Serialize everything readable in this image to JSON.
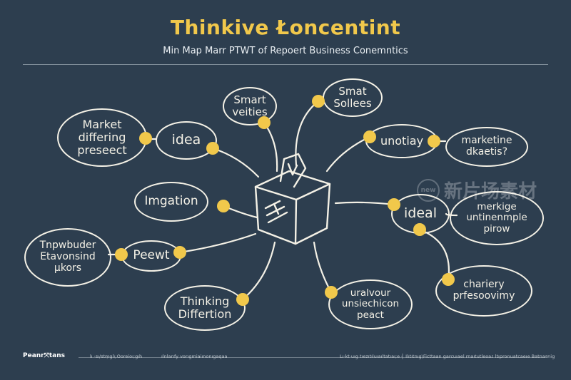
{
  "title": "Thinkive Łoncentint",
  "subtitle": "Min Map Marr PTWT of Repoert Business Conemntics",
  "watermark": {
    "text": "新片场素材",
    "badge": "new"
  },
  "colors": {
    "background": "#2d3e4f",
    "accent": "#f1c84b",
    "chalk": "#f4f1e6"
  },
  "center_icon": "ballot-box-icon",
  "nodes": [
    {
      "id": "market",
      "text": "Market\ndiffering\npreseect"
    },
    {
      "id": "idea-left",
      "text": "idea"
    },
    {
      "id": "smart-veities",
      "text": "Smart\nveities"
    },
    {
      "id": "smat-sollees",
      "text": "Smat\nSollees"
    },
    {
      "id": "unotiay",
      "text": "unotiay"
    },
    {
      "id": "marketine",
      "text": "marketine\ndkaetis?"
    },
    {
      "id": "imgation",
      "text": "Imgation"
    },
    {
      "id": "ideal",
      "text": "ideal"
    },
    {
      "id": "merkige",
      "text": "merkige\nuntinenmple\npirow"
    },
    {
      "id": "tnpwbuder",
      "text": "Tnpwbuder\nEtavonsind\nμkors"
    },
    {
      "id": "peewt",
      "text": "Peewt"
    },
    {
      "id": "chariery",
      "text": "chariery\nprfesoovimy"
    },
    {
      "id": "thinking",
      "text": "Thinking\nDiffertion"
    },
    {
      "id": "uralvour",
      "text": "uralvour\nunsiechicon\npeact"
    }
  ],
  "footer": {
    "logo": "Peanr⤧tans",
    "notes": [
      "lı ·sı/stṃgi\\:Ooreioı;gıh",
      "ılnlarıfy vorıgmiaiınonıgaqaa",
      "Lı·kt·uıg tıezıtıluıaıltatıaı;e ┤ Ilıtıtnıg\\Ficttaan garcuıael rnaıtutleoaɾ ltıpronuatcaeıe Batnasnig"
    ]
  }
}
